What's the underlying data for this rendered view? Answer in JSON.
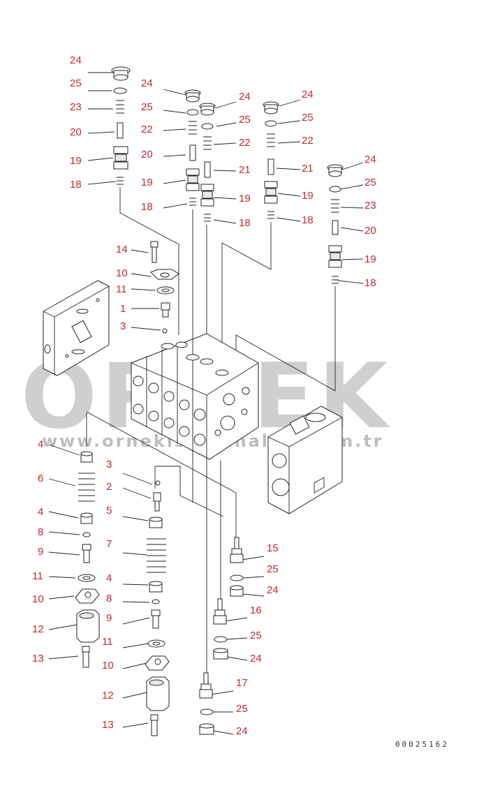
{
  "watermark": {
    "brand": "ORNEK",
    "url": "www.ornekiskakinalari.com.tr"
  },
  "drawing_code": "00025162",
  "colors": {
    "label": "#c42828",
    "line": "#222222",
    "watermark": "#cfcfcf"
  },
  "callouts": [
    {
      "text": "24"
    },
    {
      "text": "25"
    },
    {
      "text": "23"
    },
    {
      "text": "20"
    },
    {
      "text": "19"
    },
    {
      "text": "18"
    },
    {
      "text": "24"
    },
    {
      "text": "25"
    },
    {
      "text": "22"
    },
    {
      "text": "20"
    },
    {
      "text": "19"
    },
    {
      "text": "18"
    },
    {
      "text": "24"
    },
    {
      "text": "25"
    },
    {
      "text": "22"
    },
    {
      "text": "21"
    },
    {
      "text": "19"
    },
    {
      "text": "18"
    },
    {
      "text": "24"
    },
    {
      "text": "25"
    },
    {
      "text": "22"
    },
    {
      "text": "21"
    },
    {
      "text": "19"
    },
    {
      "text": "18"
    },
    {
      "text": "24"
    },
    {
      "text": "25"
    },
    {
      "text": "23"
    },
    {
      "text": "20"
    },
    {
      "text": "19"
    },
    {
      "text": "18"
    },
    {
      "text": "14"
    },
    {
      "text": "10"
    },
    {
      "text": "11"
    },
    {
      "text": "1"
    },
    {
      "text": "3"
    },
    {
      "text": "4"
    },
    {
      "text": "6"
    },
    {
      "text": "4"
    },
    {
      "text": "8"
    },
    {
      "text": "9"
    },
    {
      "text": "11"
    },
    {
      "text": "10"
    },
    {
      "text": "12"
    },
    {
      "text": "13"
    },
    {
      "text": "3"
    },
    {
      "text": "2"
    },
    {
      "text": "5"
    },
    {
      "text": "7"
    },
    {
      "text": "4"
    },
    {
      "text": "8"
    },
    {
      "text": "9"
    },
    {
      "text": "11"
    },
    {
      "text": "10"
    },
    {
      "text": "12"
    },
    {
      "text": "13"
    },
    {
      "text": "15"
    },
    {
      "text": "25"
    },
    {
      "text": "24"
    },
    {
      "text": "16"
    },
    {
      "text": "25"
    },
    {
      "text": "24"
    },
    {
      "text": "17"
    },
    {
      "text": "25"
    },
    {
      "text": "24"
    }
  ]
}
